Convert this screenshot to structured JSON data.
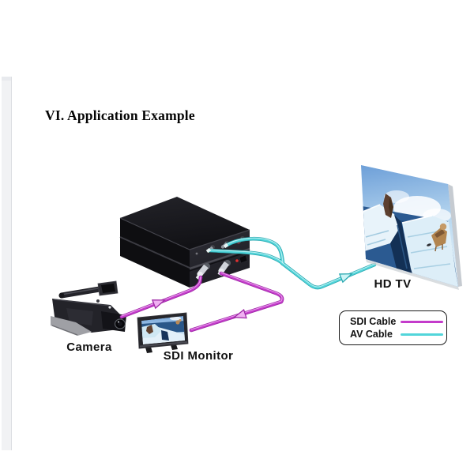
{
  "page": {
    "title": "VI. Application Example"
  },
  "labels": {
    "camera": "Camera",
    "sdi_monitor": "SDI Monitor",
    "hd_tv": "HD TV"
  },
  "legend": {
    "items": [
      {
        "label": "SDI Cable",
        "color": "#c43ccb"
      },
      {
        "label": "AV Cable",
        "color": "#52d5da"
      }
    ]
  },
  "colors": {
    "sdi": "#c43ccb",
    "sdi_dark": "#9e28a6",
    "sdi_light": "#f0b0f2",
    "av": "#52d5da",
    "av_dark": "#2ba9b1",
    "av_light": "#cdf4f6"
  }
}
